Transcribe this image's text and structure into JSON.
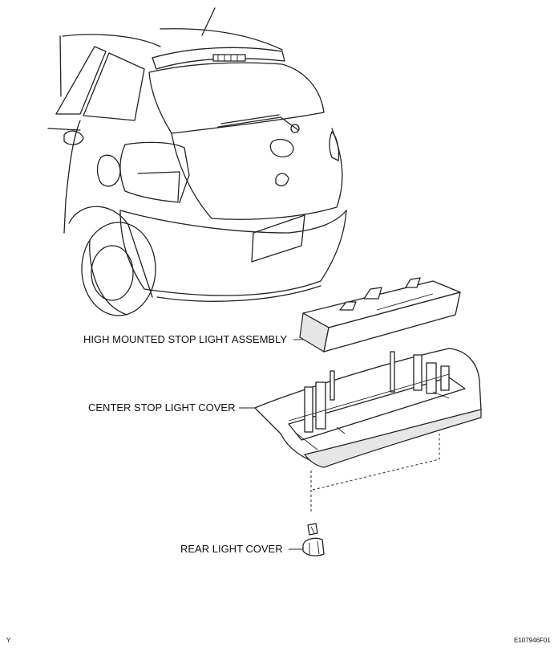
{
  "labels": {
    "high_mounted": "HIGH MOUNTED STOP LIGHT ASSEMBLY",
    "center_cover": "CENTER STOP LIGHT COVER",
    "rear_cover": "REAR LIGHT COVER"
  },
  "corner": {
    "left_mark": "Y",
    "figure_code": "E107946F01"
  }
}
